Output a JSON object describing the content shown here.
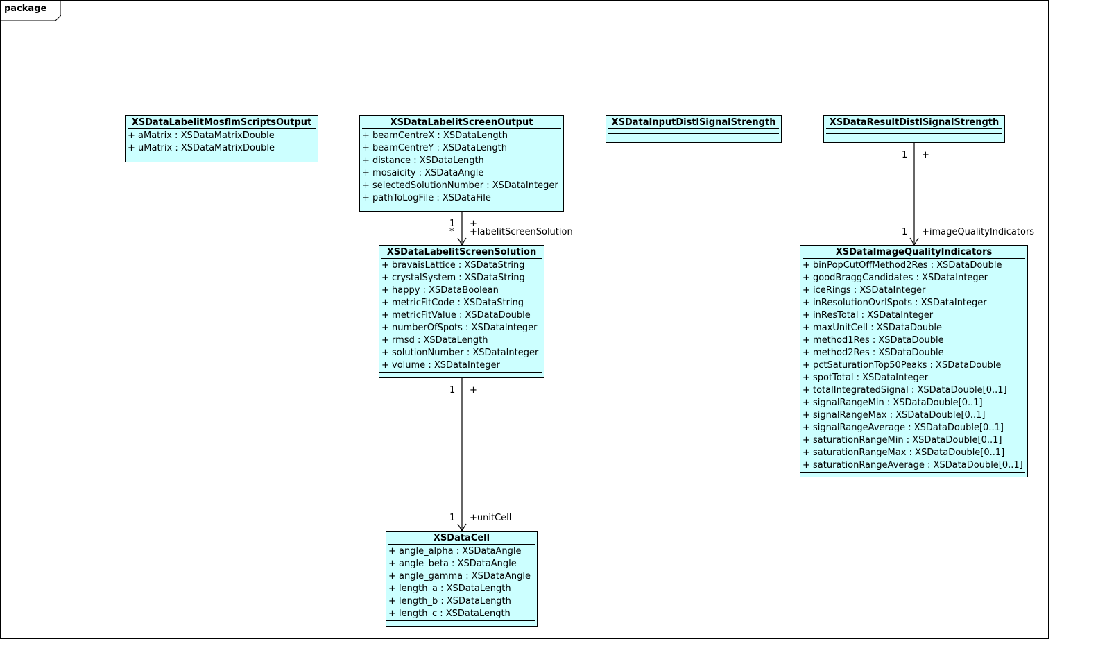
{
  "package_label": "package",
  "classes": [
    {
      "id": "mosflm",
      "name": "XSDataLabelitMosflmScriptsOutput",
      "attributes": [
        "+ aMatrix  : XSDataMatrixDouble",
        "+ uMatrix  : XSDataMatrixDouble"
      ]
    },
    {
      "id": "screen_output",
      "name": "XSDataLabelitScreenOutput",
      "attributes": [
        "+ beamCentreX  : XSDataLength",
        "+ beamCentreY  : XSDataLength",
        "+ distance  : XSDataLength",
        "+ mosaicity  : XSDataAngle",
        "+ selectedSolutionNumber  : XSDataInteger",
        "+ pathToLogFile  : XSDataFile"
      ]
    },
    {
      "id": "input_distl",
      "name": "XSDataInputDistlSignalStrength",
      "attributes": []
    },
    {
      "id": "result_distl",
      "name": "XSDataResultDistlSignalStrength",
      "attributes": []
    },
    {
      "id": "screen_solution",
      "name": "XSDataLabelitScreenSolution",
      "attributes": [
        "+ bravaisLattice  : XSDataString",
        "+ crystalSystem  : XSDataString",
        "+ happy  : XSDataBoolean",
        "+ metricFitCode  : XSDataString",
        "+ metricFitValue  : XSDataDouble",
        "+ numberOfSpots  : XSDataInteger",
        "+ rmsd  : XSDataLength",
        "+ solutionNumber  : XSDataInteger",
        "+ volume  : XSDataInteger"
      ]
    },
    {
      "id": "image_quality",
      "name": "XSDataImageQualityIndicators",
      "attributes": [
        "+ binPopCutOffMethod2Res  : XSDataDouble",
        "+ goodBraggCandidates  : XSDataInteger",
        "+ iceRings  : XSDataInteger",
        "+ inResolutionOvrlSpots  : XSDataInteger",
        "+ inResTotal  : XSDataInteger",
        "+ maxUnitCell  : XSDataDouble",
        "+ method1Res  : XSDataDouble",
        "+ method2Res  : XSDataDouble",
        "+ pctSaturationTop50Peaks  : XSDataDouble",
        "+ spotTotal  : XSDataInteger",
        "+ totalIntegratedSignal  : XSDataDouble[0..1]",
        "+ signalRangeMin  : XSDataDouble[0..1]",
        "+ signalRangeMax  : XSDataDouble[0..1]",
        "+ signalRangeAverage  : XSDataDouble[0..1]",
        "+ saturationRangeMin  : XSDataDouble[0..1]",
        "+ saturationRangeMax  : XSDataDouble[0..1]",
        "+ saturationRangeAverage  : XSDataDouble[0..1]"
      ]
    },
    {
      "id": "cell",
      "name": "XSDataCell",
      "attributes": [
        "+ angle_alpha  : XSDataAngle",
        "+ angle_beta  : XSDataAngle",
        "+ angle_gamma  : XSDataAngle",
        "+ length_a  : XSDataLength",
        "+ length_b  : XSDataLength",
        "+ length_c  : XSDataLength"
      ]
    }
  ],
  "associations": [
    {
      "from": "XSDataLabelitScreenOutput",
      "to": "XSDataLabelitScreenSolution",
      "source_multiplicity": "1",
      "source_role": "+",
      "target_multiplicity": "*",
      "target_role": "+labelitScreenSolution"
    },
    {
      "from": "XSDataLabelitScreenSolution",
      "to": "XSDataCell",
      "source_multiplicity": "1",
      "source_role": "+",
      "target_multiplicity": "1",
      "target_role": "+unitCell"
    },
    {
      "from": "XSDataResultDistlSignalStrength",
      "to": "XSDataImageQualityIndicators",
      "source_multiplicity": "1",
      "source_role": "+",
      "target_multiplicity": "1",
      "target_role": "+imageQualityIndicators"
    }
  ]
}
